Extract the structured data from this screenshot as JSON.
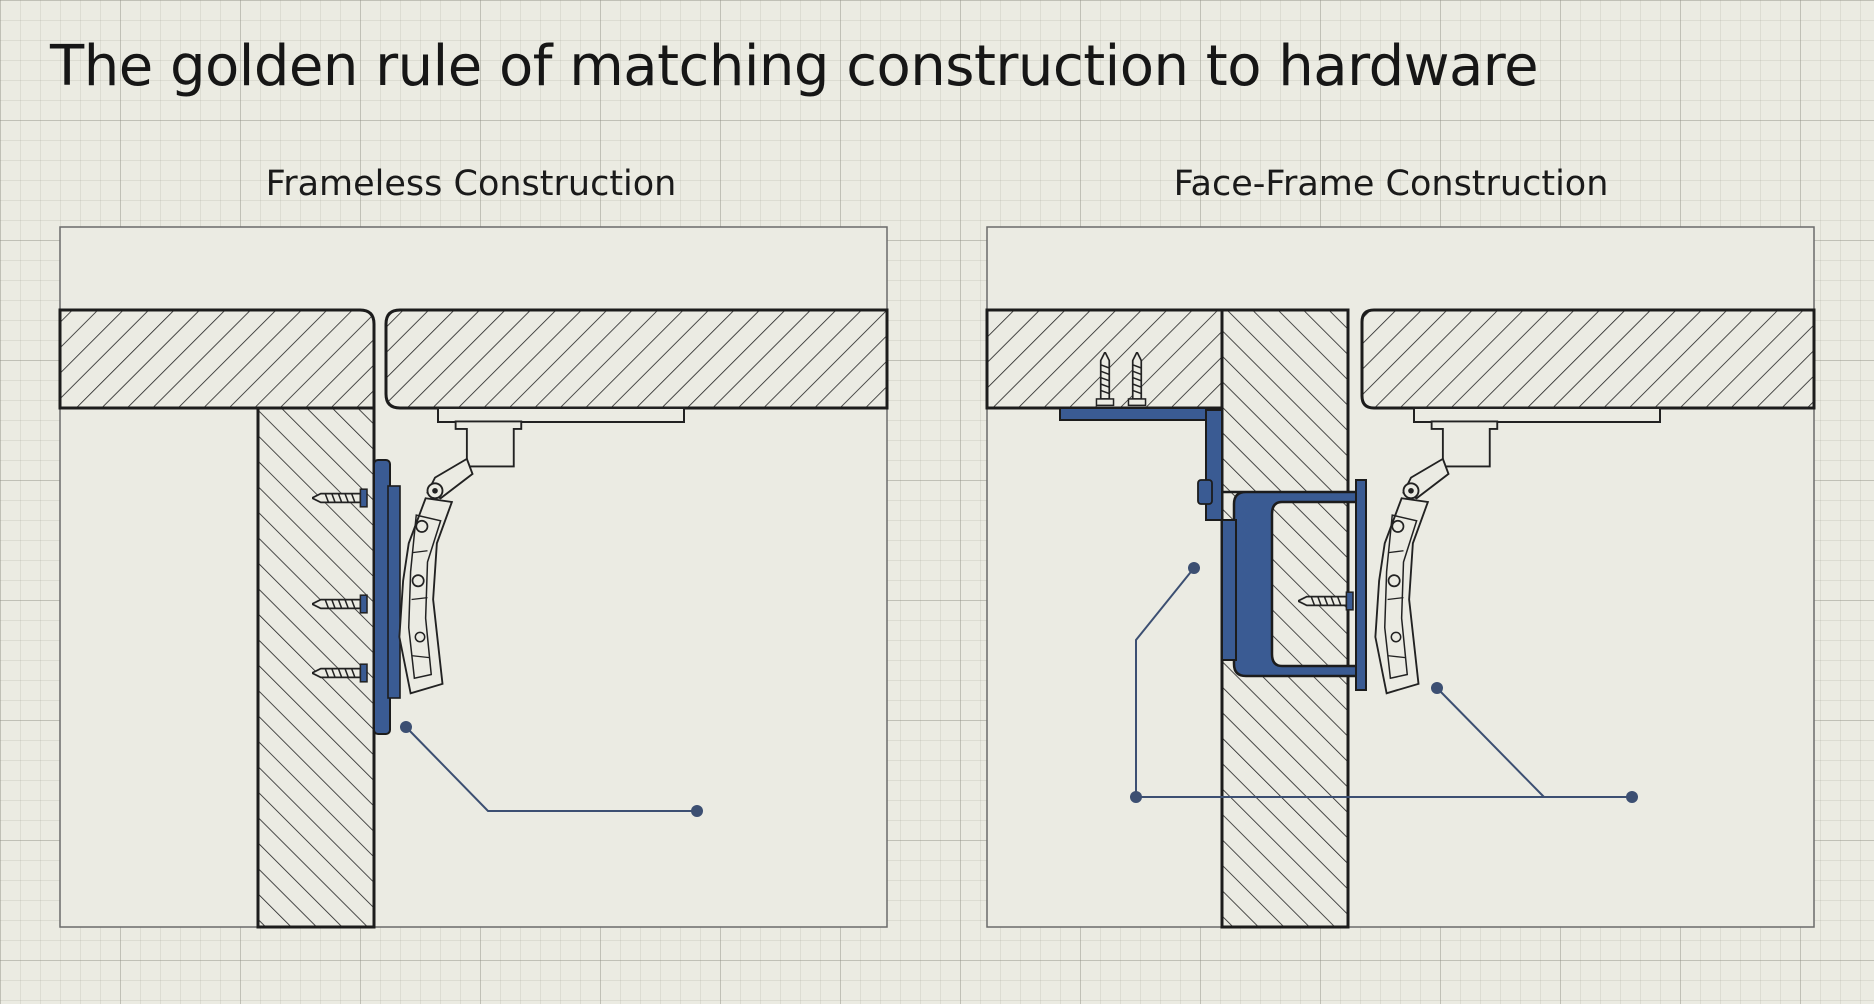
{
  "title": "The golden rule of matching construction to hardware",
  "panels": {
    "left": {
      "title": "Frameless Construction"
    },
    "right": {
      "title": "Face-Frame Construction"
    }
  },
  "colors": {
    "background": "#ebebe2",
    "panel_fill": "#ebebe3",
    "line": "#1c1c1c",
    "hardware_blue": "#3a5b93",
    "leader": "#3c4f72"
  },
  "icons": [
    "screw-icon",
    "hinge-icon",
    "mounting-plate-icon",
    "face-frame-plate-icon"
  ]
}
